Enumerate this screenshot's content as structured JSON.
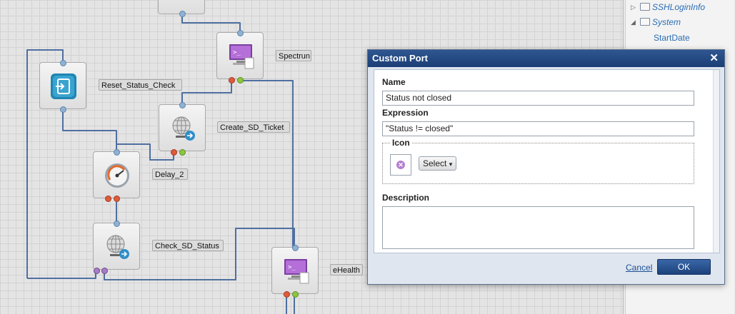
{
  "canvas": {
    "nodes": [
      {
        "label": "Spectrun"
      },
      {
        "label": "Reset_Status_Check"
      },
      {
        "label": "Create_SD_Ticket"
      },
      {
        "label": "Delay_2"
      },
      {
        "label": "Check_SD_Status"
      },
      {
        "label": "eHealth"
      }
    ]
  },
  "tree": {
    "items": [
      {
        "label": "SSHLoginInfo"
      },
      {
        "label": "System"
      },
      {
        "label": "StartDate"
      }
    ]
  },
  "dialog": {
    "title": "Custom Port",
    "close_glyph": "✕",
    "name_label": "Name",
    "name_value": "Status not closed",
    "expression_label": "Expression",
    "expression_value": "\"Status != closed\"",
    "icon_legend": "Icon",
    "icon_glyph": "✕",
    "select_label": "Select",
    "select_arrow": "▾",
    "description_label": "Description",
    "description_value": "",
    "cancel_label": "Cancel",
    "ok_label": "OK"
  },
  "colors": {
    "title_bar": "#1b3f75",
    "accent_link": "#2a6db5",
    "port_fail": "#e05a3b",
    "port_success": "#8dc63f",
    "wire": "#4f6fa0"
  },
  "icons": {
    "spectrum_node": "terminal-icon",
    "reset_node": "logout-icon",
    "create_ticket_node": "web-service-icon",
    "delay_node": "gauge-icon",
    "check_status_node": "web-service-icon",
    "ehealth_node": "terminal-icon"
  }
}
